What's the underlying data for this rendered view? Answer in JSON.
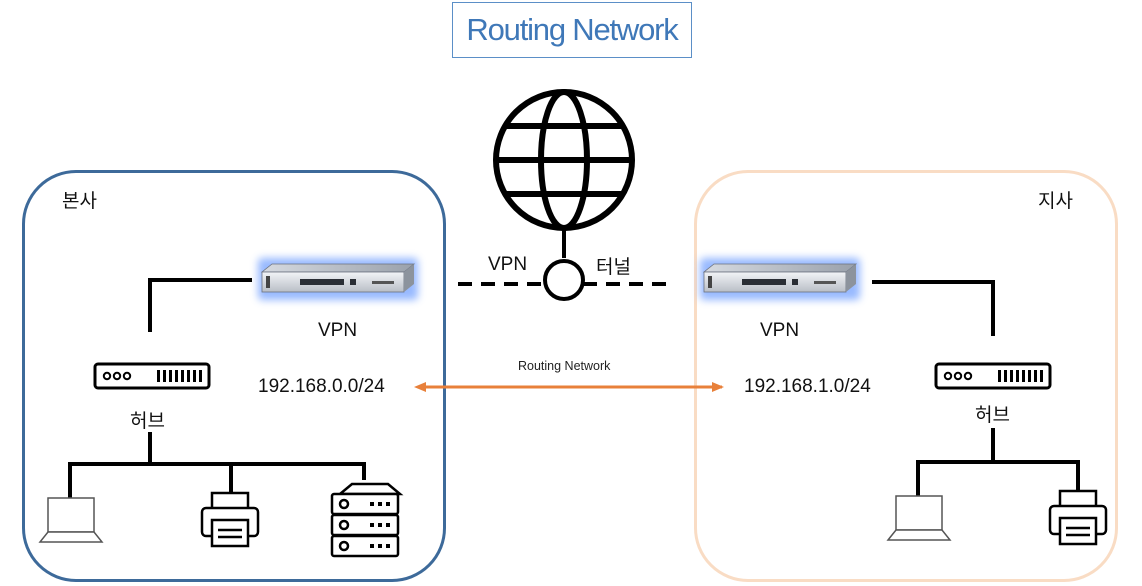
{
  "title": "Routing Network",
  "headquarters": {
    "label": "본사",
    "vpn_label": "VPN",
    "hub_label": "허브",
    "subnet": "192.168.0.0/24",
    "devices": [
      "laptop-icon",
      "printer-icon",
      "server-icon"
    ]
  },
  "branch": {
    "label": "지사",
    "vpn_label": "VPN",
    "hub_label": "허브",
    "subnet": "192.168.1.0/24",
    "devices": [
      "laptop-icon",
      "printer-icon"
    ]
  },
  "tunnel": {
    "left_label": "VPN",
    "right_label": "터널"
  },
  "routing_link_label": "Routing Network",
  "colors": {
    "hq_border": "#3d6a9a",
    "branch_border": "#f9dcc4",
    "routing_arrow": "#e8803a",
    "title_text": "#3f78b8"
  }
}
